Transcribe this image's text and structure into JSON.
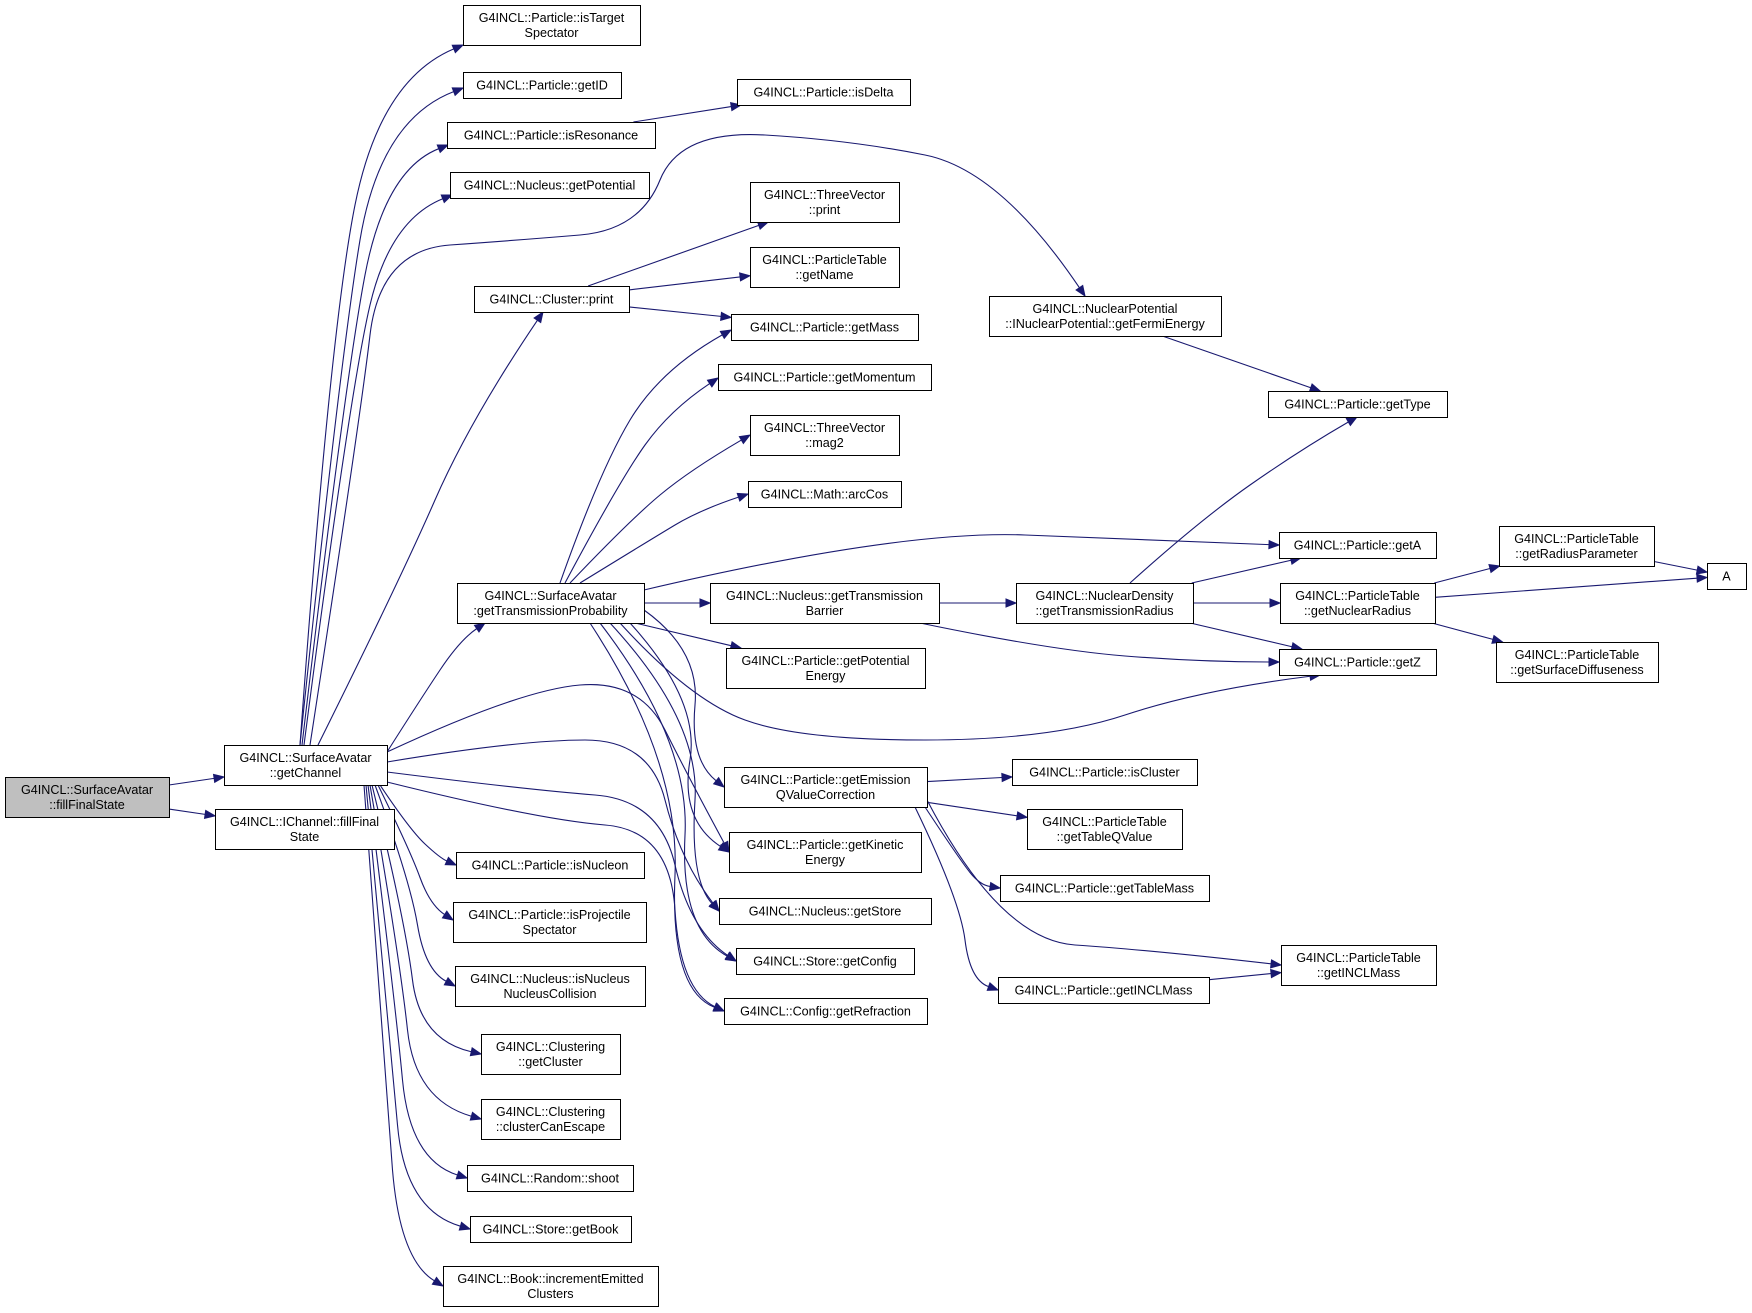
{
  "nodes": [
    {
      "id": "fillFinalState",
      "lines": [
        "G4INCL::SurfaceAvatar",
        "::fillFinalState"
      ],
      "root": true
    },
    {
      "id": "getChannel",
      "lines": [
        "G4INCL::SurfaceAvatar",
        "::getChannel"
      ]
    },
    {
      "id": "ichannelFill",
      "lines": [
        "G4INCL::IChannel::fillFinal",
        "State"
      ]
    },
    {
      "id": "isTargetSpectator",
      "lines": [
        "G4INCL::Particle::isTarget",
        "Spectator"
      ]
    },
    {
      "id": "getID",
      "lines": [
        "G4INCL::Particle::getID"
      ]
    },
    {
      "id": "isResonance",
      "lines": [
        "G4INCL::Particle::isResonance"
      ]
    },
    {
      "id": "getPotential",
      "lines": [
        "G4INCL::Nucleus::getPotential"
      ]
    },
    {
      "id": "clusterPrint",
      "lines": [
        "G4INCL::Cluster::print"
      ]
    },
    {
      "id": "getTransmissionProbability",
      "lines": [
        "G4INCL::SurfaceAvatar",
        ":getTransmissionProbability"
      ]
    },
    {
      "id": "isNucleon",
      "lines": [
        "G4INCL::Particle::isNucleon"
      ]
    },
    {
      "id": "isProjectileSpectator",
      "lines": [
        "G4INCL::Particle::isProjectile",
        "Spectator"
      ]
    },
    {
      "id": "isNucleusNucleusCollision",
      "lines": [
        "G4INCL::Nucleus::isNucleus",
        "NucleusCollision"
      ]
    },
    {
      "id": "getCluster",
      "lines": [
        "G4INCL::Clustering",
        "::getCluster"
      ]
    },
    {
      "id": "clusterCanEscape",
      "lines": [
        "G4INCL::Clustering",
        "::clusterCanEscape"
      ]
    },
    {
      "id": "shoot",
      "lines": [
        "G4INCL::Random::shoot"
      ]
    },
    {
      "id": "getBook",
      "lines": [
        "G4INCL::Store::getBook"
      ]
    },
    {
      "id": "incrementEmitted",
      "lines": [
        "G4INCL::Book::incrementEmitted",
        "Clusters"
      ]
    },
    {
      "id": "isDelta",
      "lines": [
        "G4INCL::Particle::isDelta"
      ]
    },
    {
      "id": "threeVecPrint",
      "lines": [
        "G4INCL::ThreeVector",
        "::print"
      ]
    },
    {
      "id": "ptGetName",
      "lines": [
        "G4INCL::ParticleTable",
        "::getName"
      ]
    },
    {
      "id": "getMass",
      "lines": [
        "G4INCL::Particle::getMass"
      ]
    },
    {
      "id": "getMomentum",
      "lines": [
        "G4INCL::Particle::getMomentum"
      ]
    },
    {
      "id": "mag2",
      "lines": [
        "G4INCL::ThreeVector",
        "::mag2"
      ]
    },
    {
      "id": "arcCos",
      "lines": [
        "G4INCL::Math::arcCos"
      ]
    },
    {
      "id": "getTransmissionBarrier",
      "lines": [
        "G4INCL::Nucleus::getTransmission",
        "Barrier"
      ]
    },
    {
      "id": "getPotentialEnergy",
      "lines": [
        "G4INCL::Particle::getPotential",
        "Energy"
      ]
    },
    {
      "id": "getEmissionQValueCorrection",
      "lines": [
        "G4INCL::Particle::getEmission",
        "QValueCorrection"
      ]
    },
    {
      "id": "getKineticEnergy",
      "lines": [
        "G4INCL::Particle::getKinetic",
        "Energy"
      ]
    },
    {
      "id": "nucleusGetStore",
      "lines": [
        "G4INCL::Nucleus::getStore"
      ]
    },
    {
      "id": "getConfig",
      "lines": [
        "G4INCL::Store::getConfig"
      ]
    },
    {
      "id": "getRefraction",
      "lines": [
        "G4INCL::Config::getRefraction"
      ]
    },
    {
      "id": "getFermiEnergy",
      "lines": [
        "G4INCL::NuclearPotential",
        "::INuclearPotential::getFermiEnergy"
      ]
    },
    {
      "id": "getTransmissionRadius",
      "lines": [
        "G4INCL::NuclearDensity",
        "::getTransmissionRadius"
      ]
    },
    {
      "id": "isCluster",
      "lines": [
        "G4INCL::Particle::isCluster"
      ]
    },
    {
      "id": "getTableQValue",
      "lines": [
        "G4INCL::ParticleTable",
        "::getTableQValue"
      ]
    },
    {
      "id": "getTableMass",
      "lines": [
        "G4INCL::Particle::getTableMass"
      ]
    },
    {
      "id": "getINCLMass",
      "lines": [
        "G4INCL::Particle::getINCLMass"
      ]
    },
    {
      "id": "getType",
      "lines": [
        "G4INCL::Particle::getType"
      ]
    },
    {
      "id": "getA",
      "lines": [
        "G4INCL::Particle::getA"
      ]
    },
    {
      "id": "getNuclearRadius",
      "lines": [
        "G4INCL::ParticleTable",
        "::getNuclearRadius"
      ]
    },
    {
      "id": "getZ",
      "lines": [
        "G4INCL::Particle::getZ"
      ]
    },
    {
      "id": "ptGetINCLMass",
      "lines": [
        "G4INCL::ParticleTable",
        "::getINCLMass"
      ]
    },
    {
      "id": "getRadiusParameter",
      "lines": [
        "G4INCL::ParticleTable",
        "::getRadiusParameter"
      ]
    },
    {
      "id": "getSurfaceDiffuseness",
      "lines": [
        "G4INCL::ParticleTable",
        "::getSurfaceDiffuseness"
      ]
    },
    {
      "id": "A",
      "lines": [
        "A"
      ]
    }
  ],
  "edges": [
    {
      "from": "fillFinalState",
      "to": "getChannel"
    },
    {
      "from": "fillFinalState",
      "to": "ichannelFill"
    },
    {
      "from": "getChannel",
      "to": "isTargetSpectator"
    },
    {
      "from": "getChannel",
      "to": "getID"
    },
    {
      "from": "getChannel",
      "to": "isResonance"
    },
    {
      "from": "getChannel",
      "to": "getPotential"
    },
    {
      "from": "getChannel",
      "to": "getFermiEnergy"
    },
    {
      "from": "getChannel",
      "to": "clusterPrint"
    },
    {
      "from": "getChannel",
      "to": "getTransmissionProbability"
    },
    {
      "from": "getChannel",
      "to": "getKineticEnergy"
    },
    {
      "from": "getChannel",
      "to": "nucleusGetStore"
    },
    {
      "from": "getChannel",
      "to": "getConfig"
    },
    {
      "from": "getChannel",
      "to": "getRefraction"
    },
    {
      "from": "getChannel",
      "to": "isNucleon"
    },
    {
      "from": "getChannel",
      "to": "isProjectileSpectator"
    },
    {
      "from": "getChannel",
      "to": "isNucleusNucleusCollision"
    },
    {
      "from": "getChannel",
      "to": "getCluster"
    },
    {
      "from": "getChannel",
      "to": "clusterCanEscape"
    },
    {
      "from": "getChannel",
      "to": "shoot"
    },
    {
      "from": "getChannel",
      "to": "getBook"
    },
    {
      "from": "getChannel",
      "to": "incrementEmitted"
    },
    {
      "from": "isResonance",
      "to": "isDelta"
    },
    {
      "from": "clusterPrint",
      "to": "threeVecPrint"
    },
    {
      "from": "clusterPrint",
      "to": "ptGetName"
    },
    {
      "from": "clusterPrint",
      "to": "getMass"
    },
    {
      "from": "getTransmissionProbability",
      "to": "getMass"
    },
    {
      "from": "getTransmissionProbability",
      "to": "getMomentum"
    },
    {
      "from": "getTransmissionProbability",
      "to": "mag2"
    },
    {
      "from": "getTransmissionProbability",
      "to": "arcCos"
    },
    {
      "from": "getTransmissionProbability",
      "to": "getA"
    },
    {
      "from": "getTransmissionProbability",
      "to": "getTransmissionBarrier"
    },
    {
      "from": "getTransmissionProbability",
      "to": "getPotentialEnergy"
    },
    {
      "from": "getTransmissionProbability",
      "to": "getZ"
    },
    {
      "from": "getTransmissionProbability",
      "to": "getEmissionQValueCorrection"
    },
    {
      "from": "getTransmissionProbability",
      "to": "getKineticEnergy"
    },
    {
      "from": "getTransmissionProbability",
      "to": "nucleusGetStore"
    },
    {
      "from": "getTransmissionProbability",
      "to": "getConfig"
    },
    {
      "from": "getTransmissionProbability",
      "to": "getRefraction"
    },
    {
      "from": "getTransmissionBarrier",
      "to": "getTransmissionRadius"
    },
    {
      "from": "getTransmissionBarrier",
      "to": "getZ"
    },
    {
      "from": "getFermiEnergy",
      "to": "getType"
    },
    {
      "from": "getTransmissionRadius",
      "to": "getType"
    },
    {
      "from": "getTransmissionRadius",
      "to": "getA"
    },
    {
      "from": "getTransmissionRadius",
      "to": "getNuclearRadius"
    },
    {
      "from": "getTransmissionRadius",
      "to": "getZ"
    },
    {
      "from": "getNuclearRadius",
      "to": "getRadiusParameter"
    },
    {
      "from": "getNuclearRadius",
      "to": "A"
    },
    {
      "from": "getNuclearRadius",
      "to": "getSurfaceDiffuseness"
    },
    {
      "from": "getRadiusParameter",
      "to": "A"
    },
    {
      "from": "getEmissionQValueCorrection",
      "to": "isCluster"
    },
    {
      "from": "getEmissionQValueCorrection",
      "to": "getTableQValue"
    },
    {
      "from": "getEmissionQValueCorrection",
      "to": "getTableMass"
    },
    {
      "from": "getEmissionQValueCorrection",
      "to": "getINCLMass"
    },
    {
      "from": "getEmissionQValueCorrection",
      "to": "ptGetINCLMass"
    },
    {
      "from": "getINCLMass",
      "to": "ptGetINCLMass"
    }
  ]
}
